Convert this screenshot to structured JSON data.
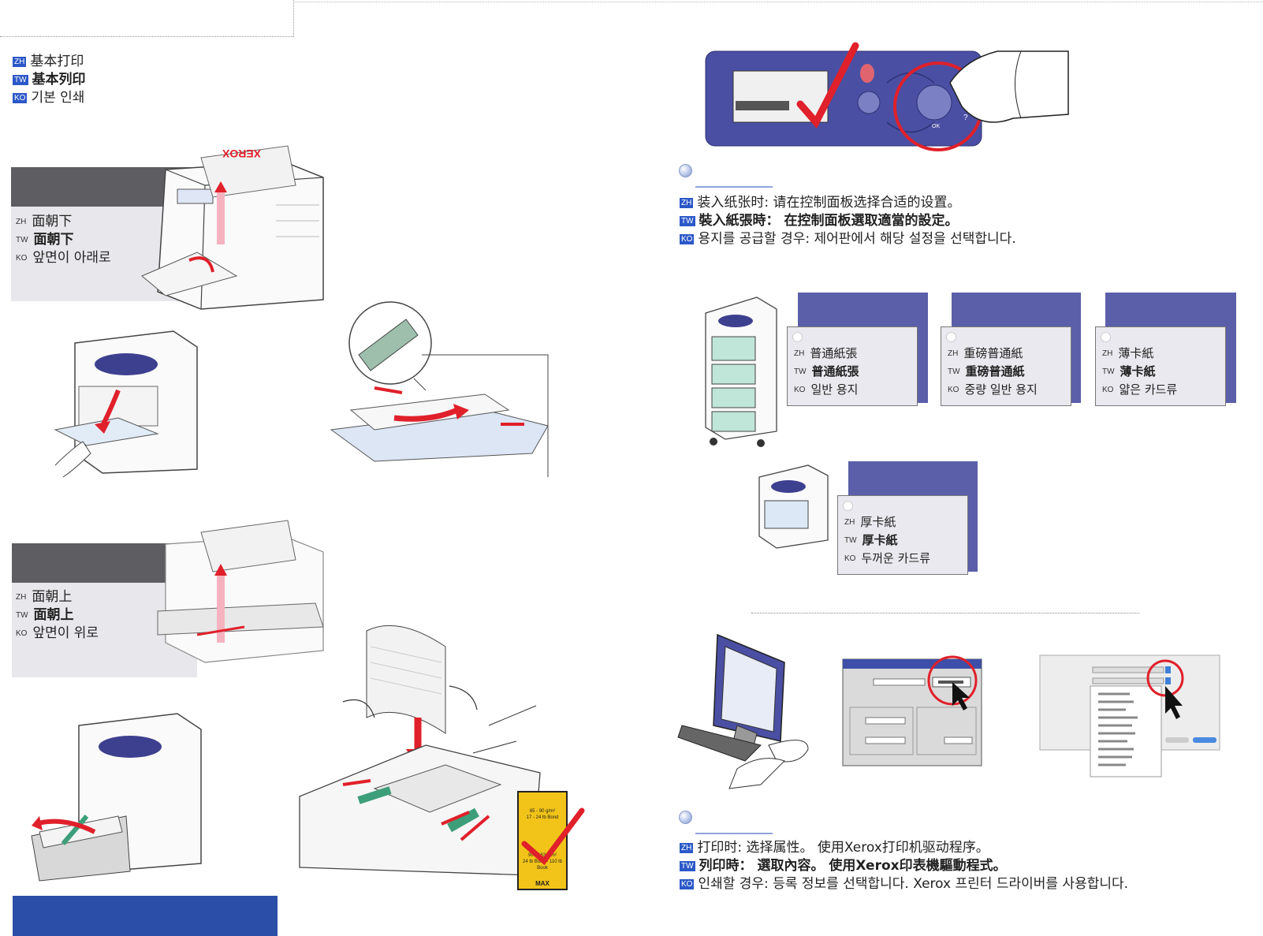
{
  "title": {
    "zh": {
      "code": "ZH",
      "text": "基本打印"
    },
    "tw": {
      "code": "TW",
      "text": "基本列印"
    },
    "ko": {
      "code": "KO",
      "text": "기본 인쇄"
    }
  },
  "face_down": {
    "zh": {
      "code": "ZH",
      "text": "面朝下"
    },
    "tw": {
      "code": "TW",
      "text": "面朝下"
    },
    "ko": {
      "code": "KO",
      "text": "앞면이 아래로"
    }
  },
  "face_up": {
    "zh": {
      "code": "ZH",
      "text": "面朝上"
    },
    "tw": {
      "code": "TW",
      "text": "面朝上"
    },
    "ko": {
      "code": "KO",
      "text": "앞면이 위로"
    }
  },
  "printer_illustration": {
    "brand_text": "XEROX"
  },
  "paper_labels": {
    "upper": "65 - 90 g/m²\n17 - 24 lb Bond",
    "lower": "90 - 163 g/m²\n24 lb Bond - 110 lb Book",
    "max": "MAX"
  },
  "control_panel": {
    "ok_label": "OK",
    "help_label": "?"
  },
  "loading_note": {
    "zh": {
      "code": "ZH",
      "text": "装入纸张时: 请在控制面板选择合适的设置。"
    },
    "tw": {
      "code": "TW",
      "text": "裝入紙張時： 在控制面板選取適當的設定。"
    },
    "ko": {
      "code": "KO",
      "text": "용지를 공급할 경우: 제어판에서 해당 설정을 선택합니다."
    }
  },
  "paper_types": [
    {
      "zh": "普通紙張",
      "tw": "普通紙張",
      "ko": "일반 용지"
    },
    {
      "zh": "重磅普通紙",
      "tw": "重磅普通紙",
      "ko": "중량 일반 용지"
    },
    {
      "zh": "薄卡紙",
      "tw": "薄卡紙",
      "ko": "얇은 카드류"
    },
    {
      "zh": "厚卡紙",
      "tw": "厚卡紙",
      "ko": "두꺼운 카드류"
    }
  ],
  "lang_codes": {
    "zh": "ZH",
    "tw": "TW",
    "ko": "KO"
  },
  "printing_note": {
    "zh": {
      "code": "ZH",
      "text": "打印时: 选择属性。 使用Xerox打印机驱动程序。"
    },
    "tw": {
      "code": "TW",
      "text": "列印時： 選取內容。 使用Xerox印表機驅動程式。"
    },
    "ko": {
      "code": "KO",
      "text": "인쇄할 경우: 등록 정보를 선택합니다. Xerox 프린터 드라이버를 사용합니다."
    }
  },
  "colors": {
    "accent_blue": "#2b58c8",
    "panel_purple": "#5b5fa9",
    "arrow_red": "#e0202a",
    "footer_blue": "#2b4fa8"
  }
}
